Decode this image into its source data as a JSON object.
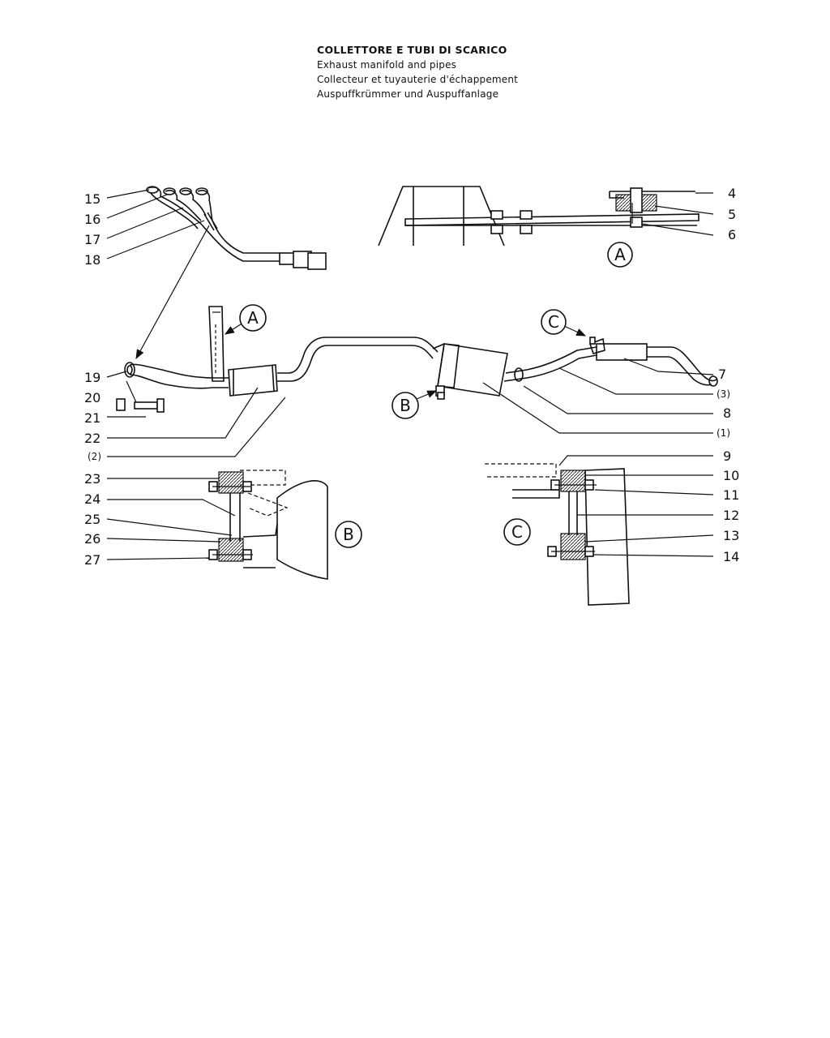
{
  "title": {
    "it": "COLLETTORE E TUBI DI SCARICO",
    "en": "Exhaust manifold and pipes",
    "fr": "Collecteur et tuyauterie d'échappement",
    "de": "Auspuffkrümmer und Auspuffanlage"
  },
  "callouts": {
    "detail_a": "A",
    "detail_b": "B",
    "detail_c": "C"
  },
  "labels": {
    "p4": "4",
    "p5": "5",
    "p6": "6",
    "p7": "7",
    "p8": "8",
    "p9": "9",
    "p10": "10",
    "p11": "11",
    "p12": "12",
    "p13": "13",
    "p14": "14",
    "p15": "15",
    "p16": "16",
    "p17": "17",
    "p18": "18",
    "p19": "19",
    "p20": "20",
    "p21": "21",
    "p22": "22",
    "p23": "23",
    "p24": "24",
    "p25": "25",
    "p26": "26",
    "p27": "27",
    "n1": "(1)",
    "n2": "(2)",
    "n3": "(3)"
  }
}
